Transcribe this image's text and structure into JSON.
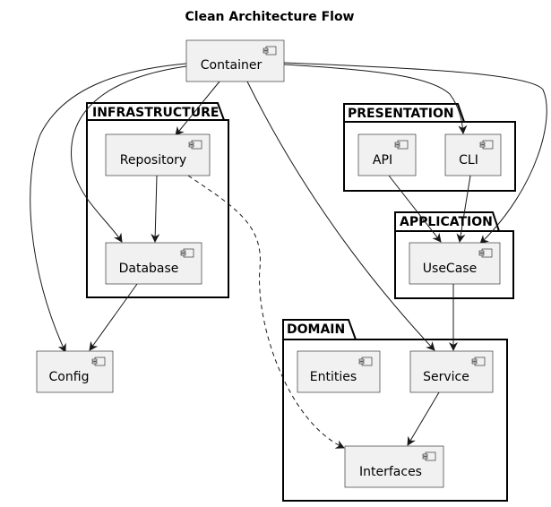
{
  "diagram": {
    "title": "Clean Architecture Flow",
    "packages": {
      "infrastructure": "INFRASTRUCTURE",
      "presentation": "PRESENTATION",
      "application": "APPLICATION",
      "domain": "DOMAIN"
    },
    "components": {
      "container": "Container",
      "repository": "Repository",
      "database": "Database",
      "config": "Config",
      "api": "API",
      "cli": "CLI",
      "usecase": "UseCase",
      "entities": "Entities",
      "service": "Service",
      "interfaces": "Interfaces"
    },
    "edges": [
      {
        "from": "Container",
        "to": "Repository",
        "style": "solid"
      },
      {
        "from": "Container",
        "to": "Database",
        "style": "solid"
      },
      {
        "from": "Container",
        "to": "Config",
        "style": "solid"
      },
      {
        "from": "Container",
        "to": "Service",
        "style": "solid"
      },
      {
        "from": "Container",
        "to": "CLI",
        "style": "solid"
      },
      {
        "from": "Container",
        "to": "UseCase",
        "style": "solid"
      },
      {
        "from": "Repository",
        "to": "Database",
        "style": "solid"
      },
      {
        "from": "Repository",
        "to": "Interfaces",
        "style": "dashed"
      },
      {
        "from": "Database",
        "to": "Config",
        "style": "solid"
      },
      {
        "from": "API",
        "to": "UseCase",
        "style": "solid"
      },
      {
        "from": "CLI",
        "to": "UseCase",
        "style": "solid"
      },
      {
        "from": "UseCase",
        "to": "Service",
        "style": "solid"
      },
      {
        "from": "Service",
        "to": "Interfaces",
        "style": "solid"
      }
    ]
  }
}
